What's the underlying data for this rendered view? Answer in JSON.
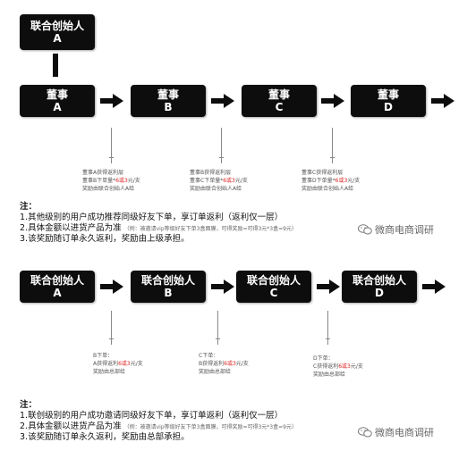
{
  "top": {
    "founder": {
      "title": "联合创始人",
      "letter": "A"
    },
    "boxes": [
      {
        "title": "董事",
        "letter": "A"
      },
      {
        "title": "董事",
        "letter": "B"
      },
      {
        "title": "董事",
        "letter": "C"
      },
      {
        "title": "董事",
        "letter": "D"
      }
    ],
    "captions": [
      {
        "l1": "董事A获得返利层",
        "l2a": "董事B下单量*",
        "l2r": "6或3",
        "l2b": "元/支",
        "l3": "奖励由联合创始人A给"
      },
      {
        "l1": "董事B获得返利层",
        "l2a": "董事C下单量*",
        "l2r": "6或3",
        "l2b": "元/支",
        "l3": "奖励由联合创始人A给"
      },
      {
        "l1": "董事C获得返利层",
        "l2a": "董事D下单量*",
        "l2r": "6或3",
        "l2b": "元/支",
        "l3": "奖励由联合创始人A给"
      }
    ],
    "notes": {
      "head": "注：",
      "n1": "1.其他级别的用户成功推荐同级好友下单，享订单返利（返利仅一层）",
      "n2": "2.具体金额以进货产品为准",
      "n2ex": "（例：被邀请vip等级好友下单3盒面膜，可得奖励=可得3元*3盒=9元）",
      "n3": "3.该奖励随订单永久返利，奖励由上级承担。"
    }
  },
  "bottom": {
    "boxes": [
      {
        "title": "联合创始人",
        "letter": "A"
      },
      {
        "title": "联合创始人",
        "letter": "B"
      },
      {
        "title": "联合创始人",
        "letter": "C"
      },
      {
        "title": "联合创始人",
        "letter": "D"
      }
    ],
    "captions": [
      {
        "l0": "",
        "l1": "B下单：",
        "l2a": "A获得返利",
        "l2r": "6或3",
        "l2b": "元/支",
        "l3": "奖励由总部给"
      },
      {
        "l0": "",
        "l1": "C下单：",
        "l2a": "B获得返利",
        "l2r": "6或3",
        "l2b": "元/支",
        "l3": "奖励由总部给"
      },
      {
        "l0": "",
        "l1": "D下单：",
        "l2a": "C获得返利",
        "l2r": "6或3",
        "l2b": "元/支",
        "l3": "奖励由总部给"
      }
    ],
    "notes": {
      "head": "注：",
      "n1": "1.联创级别的用户成功邀请同级好友下单，享订单返利（返利仅一层）",
      "n2": "2.具体金额以进货产品为准",
      "n2ex": "（例：被邀请vip等级好友下单3盒面膜，可得奖励=可得3元*3盒=9元）",
      "n3": "3.该奖励随订单永久返利，奖励由总部承担。"
    }
  },
  "watermark": {
    "text": "微商电商调研",
    "icon": "wechat-icon"
  }
}
